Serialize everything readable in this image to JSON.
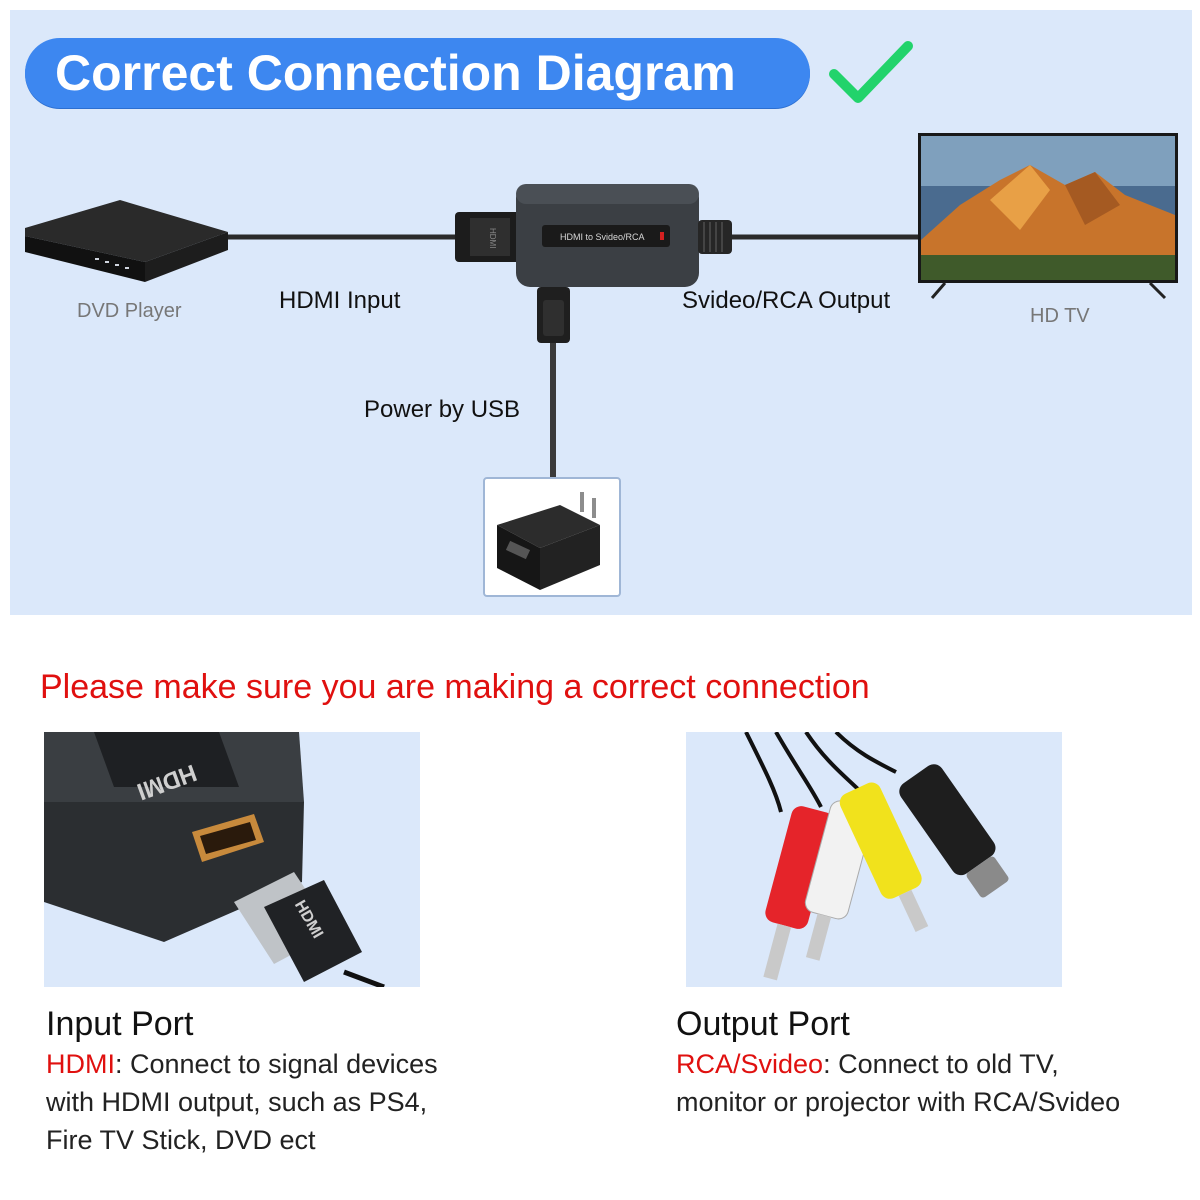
{
  "header": {
    "title": "Correct Connection Diagram",
    "check_color": "#22d36b"
  },
  "diagram": {
    "dvd_label": "DVD Player",
    "hdmi_input_label": "HDMI Input",
    "output_label": "Svideo/RCA Output",
    "tv_label": "HD TV",
    "power_label": "Power by USB",
    "converter_text": "HDMI to Svideo/RCA",
    "hdmi_plug_text": "HDMI"
  },
  "warning": "Please make sure you are making a correct connection",
  "input_port": {
    "title": "Input Port",
    "highlight": "HDMI",
    "line1_rest": ": Connect to signal devices",
    "line2": "with HDMI output, such as PS4,",
    "line3": "Fire TV Stick, DVD ect",
    "device_text": "HDMI",
    "plug_text": "HDMI"
  },
  "output_port": {
    "title": "Output Port",
    "highlight": "RCA/Svideo",
    "line1_rest": ": Connect to old TV,",
    "line2": "monitor or projector with RCA/Svideo"
  },
  "colors": {
    "accent_blue": "#3d87f0",
    "warning_red": "#e0100f",
    "panel_bg": "#dbe8fa"
  }
}
